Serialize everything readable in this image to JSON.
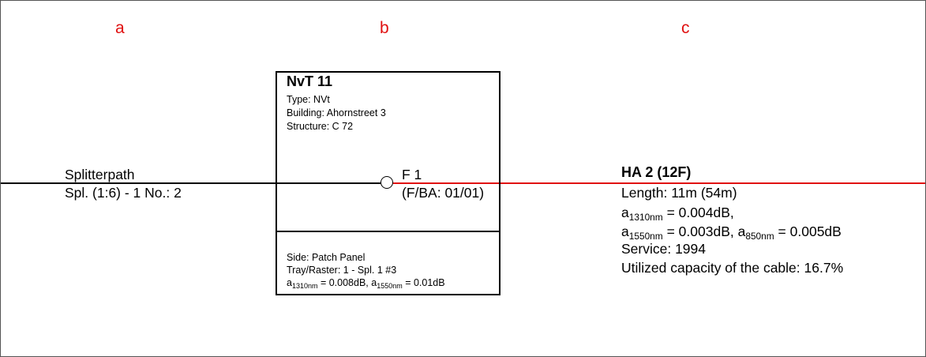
{
  "columns": {
    "a": "a",
    "b": "b",
    "c": "c"
  },
  "colors": {
    "label_red": "#e01010",
    "cable_red": "#e01010",
    "line_black": "#000000"
  },
  "left": {
    "title": "Splitterpath",
    "sub": "Spl. (1:6) - 1 No.: 2"
  },
  "node": {
    "title": "NvT 11",
    "type": "Type: NVt",
    "building": "Building: Ahornstreet 3",
    "structure": "Structure: C 72",
    "fiber": "F 1",
    "fiber_ba": "(F/BA: 01/01)",
    "side": "Side: Patch Panel",
    "tray": "Tray/Raster: 1 - Spl. 1 #3",
    "att": {
      "a": "a",
      "sub1310": "1310nm",
      "val1310": " = 0.008dB, ",
      "sub1550": "1550nm",
      "val1550": " = 0.01dB"
    }
  },
  "cable": {
    "title": "HA 2 (12F)",
    "length": "Length: 11m (54m)",
    "a": "a",
    "sub1310": "1310nm",
    "val1310": " = 0.004dB,",
    "sub1550": "1550nm",
    "val1550": " = 0.003dB, ",
    "sub850": "850nm",
    "val850": " = 0.005dB",
    "service": "Service: 1994",
    "capacity": "Utilized capacity of the cable: 16.7%"
  }
}
